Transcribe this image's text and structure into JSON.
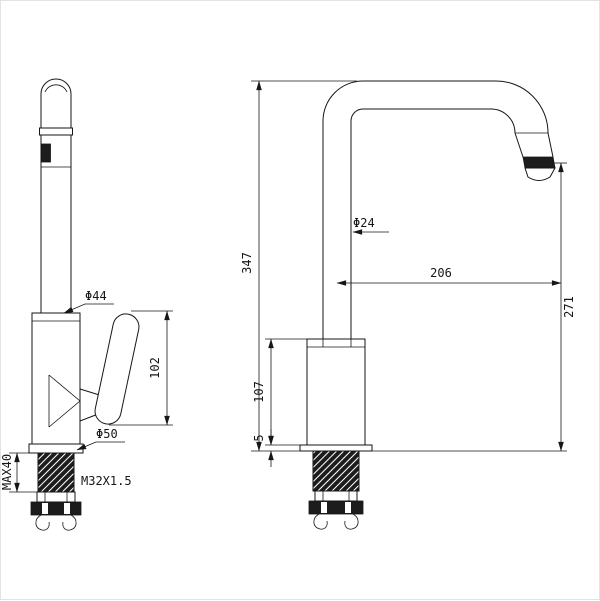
{
  "colors": {
    "line": "#161616",
    "dark_fill": "#1c1c1c",
    "background": "#ffffff"
  },
  "side_view": {
    "dim_spout_diameter": "Φ44",
    "dim_handle_length": "102",
    "dim_base_diameter": "Φ50",
    "dim_thread_spec": "M32X1.5",
    "dim_max_thickness": "MAX40"
  },
  "front_view": {
    "dim_total_height": "347",
    "dim_pipe_diameter": "Φ24",
    "dim_spout_reach": "206",
    "dim_outlet_height": "271",
    "dim_body_height": "107",
    "dim_base_thickness": "5"
  }
}
